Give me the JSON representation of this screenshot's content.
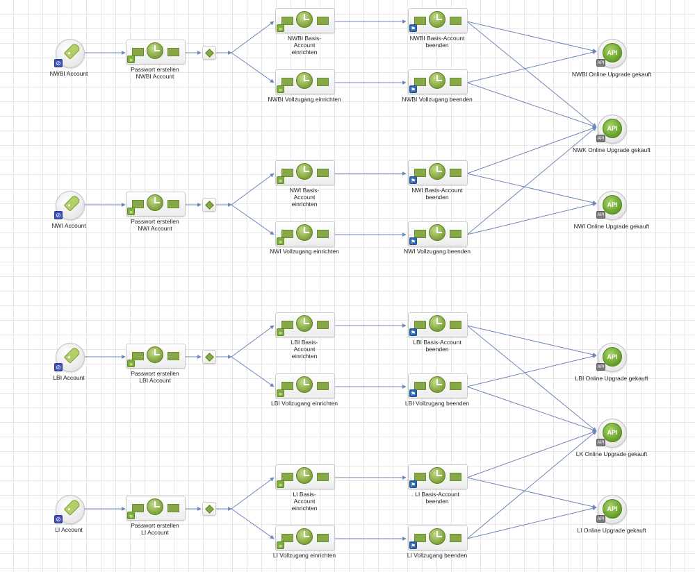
{
  "groups": [
    {
      "start": "NWBI Account",
      "password": "Passwort erstellen\nNWBI Account",
      "basis": "NWBI Basis-\nAccount\neinrichten",
      "voll": "NWBI Vollzugang einrichten",
      "basis_end": "NWBI Basis-Account\nbeenden",
      "voll_end": "NWBI Vollzugang beenden"
    },
    {
      "start": "NWI Account",
      "password": "Passwort erstellen\nNWI Account",
      "basis": "NWI Basis-\nAccount\neinrichten",
      "voll": "NWI Vollzugang einrichten",
      "basis_end": "NWI Basis-Account\nbeenden",
      "voll_end": "NWI Vollzugang beenden"
    },
    {
      "start": "LBI Account",
      "password": "Passwort erstellen\nLBI Account",
      "basis": "LBI Basis-\nAccount\neinrichten",
      "voll": "LBI Vollzugang einrichten",
      "basis_end": "LBI Basis-Account\nbeenden",
      "voll_end": "LBI Vollzugang beenden"
    },
    {
      "start": "LI Account",
      "password": "Passwort erstellen\nLI Account",
      "basis": "LI Basis-\nAccount\neinrichten",
      "voll": "LI Vollzugang einrichten",
      "basis_end": "LI Basis-Account\nbeenden",
      "voll_end": "LI Vollzugang beenden"
    }
  ],
  "api_events": [
    "NWBI Online Upgrade gekauft",
    "NWK Online Upgrade gekauft",
    "NWI Online Upgrade gekauft",
    "LBI Online Upgrade gekauft",
    "LK Online Upgrade gekauft",
    "LI Online Upgrade gekauft"
  ],
  "api_icon_text": "API",
  "api_badge_text": "API",
  "colors": {
    "edge": "#6d86bb",
    "task_green": "#86a846",
    "flag_blue": "#2f67b5",
    "link_badge": "#3f52b8"
  },
  "connections": [
    {
      "from": "NWBI Basis-Account beenden",
      "to": [
        "NWBI Online Upgrade gekauft",
        "NWK Online Upgrade gekauft"
      ]
    },
    {
      "from": "NWBI Vollzugang beenden",
      "to": [
        "NWBI Online Upgrade gekauft",
        "NWK Online Upgrade gekauft"
      ]
    },
    {
      "from": "NWI Basis-Account beenden",
      "to": [
        "NWK Online Upgrade gekauft",
        "NWI Online Upgrade gekauft"
      ]
    },
    {
      "from": "NWI Vollzugang beenden",
      "to": [
        "NWK Online Upgrade gekauft",
        "NWI Online Upgrade gekauft"
      ]
    },
    {
      "from": "LBI Basis-Account beenden",
      "to": [
        "LBI Online Upgrade gekauft",
        "LK Online Upgrade gekauft"
      ]
    },
    {
      "from": "LBI Vollzugang beenden",
      "to": [
        "LBI Online Upgrade gekauft",
        "LK Online Upgrade gekauft"
      ]
    },
    {
      "from": "LI Basis-Account beenden",
      "to": [
        "LK Online Upgrade gekauft",
        "LI Online Upgrade gekauft"
      ]
    },
    {
      "from": "LI Vollzugang beenden",
      "to": [
        "LK Online Upgrade gekauft",
        "LI Online Upgrade gekauft"
      ]
    }
  ]
}
